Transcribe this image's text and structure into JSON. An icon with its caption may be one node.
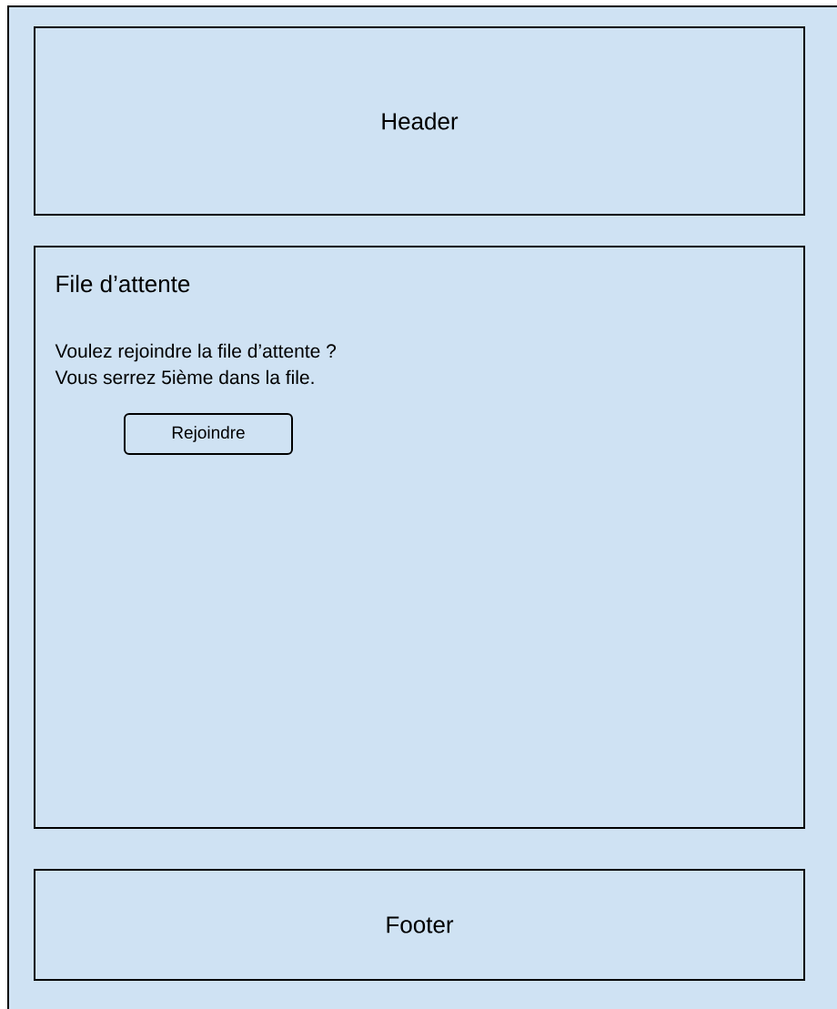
{
  "diagram": {
    "nodes": [
      {
        "text": [],
        "shape": "box"
      },
      {
        "text": [
          "Header"
        ],
        "in": 0
      },
      {
        "text": [
          "File d’attente",
          "Voulez rejoindre la file d’attente ?",
          "Vous serrez 5ième dans la file."
        ],
        "in": 0
      },
      {
        "text": [
          "Rejoindre"
        ],
        "in": 2
      },
      {
        "text": [
          "Footer"
        ],
        "in": 0
      }
    ],
    "edges": []
  }
}
